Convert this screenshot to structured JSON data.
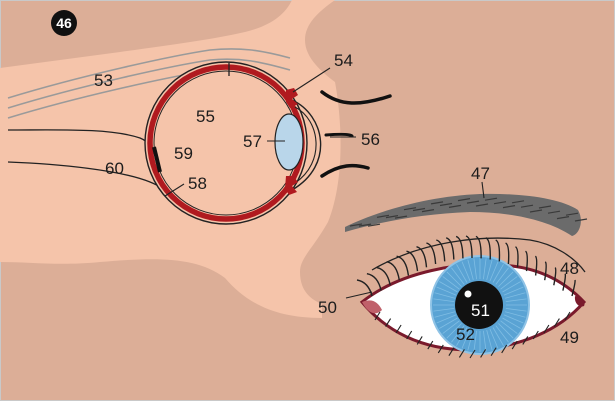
{
  "badge": "46",
  "labels": {
    "n47": "47",
    "n48": "48",
    "n49": "49",
    "n50": "50",
    "n51": "51",
    "n52": "52",
    "n53": "53",
    "n54": "54",
    "n55": "55",
    "n56": "56",
    "n57": "57",
    "n58": "58",
    "n59": "59",
    "n60": "60"
  },
  "colors": {
    "background": "#dcae97",
    "skull": "#f5c4aa",
    "sclera_ring": "#b01a1f",
    "iris": "#5aa3d4",
    "pupil": "#111111",
    "lens": "#b9d6ea",
    "brow": "#6b6b6b"
  }
}
